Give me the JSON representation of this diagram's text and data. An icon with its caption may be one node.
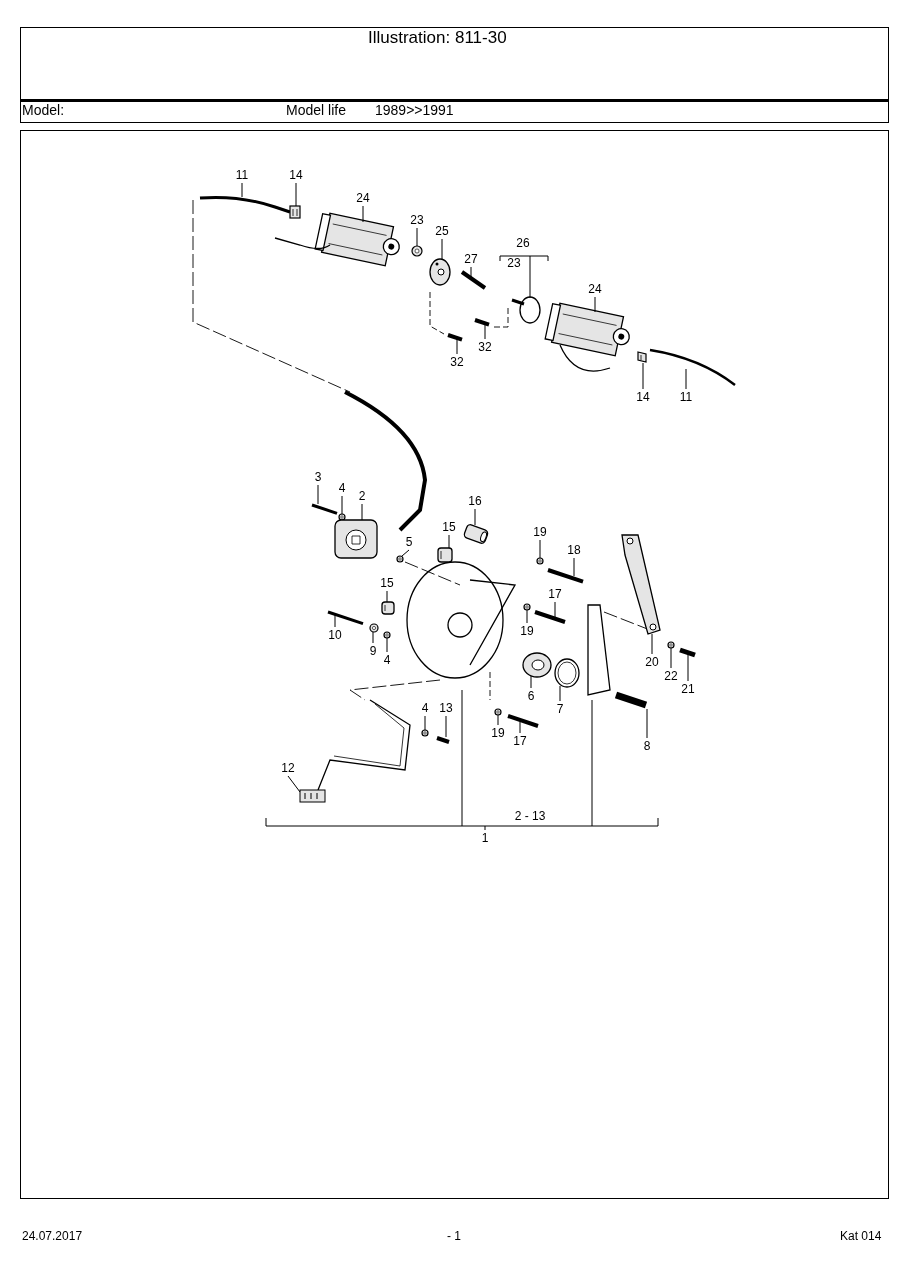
{
  "diagram": {
    "title": "Illustration: 811-30",
    "nodes": [
      {
        "text": [
          "11"
        ]
      },
      {
        "text": [
          "14"
        ]
      },
      {
        "text": [
          "24"
        ]
      },
      {
        "text": [
          "23"
        ]
      },
      {
        "text": [
          "25"
        ]
      },
      {
        "text": [
          "27"
        ]
      },
      {
        "text": [
          "32"
        ]
      },
      {
        "text": [
          "32"
        ]
      },
      {
        "text": [
          "24"
        ]
      },
      {
        "text": [
          "14"
        ]
      },
      {
        "text": [
          "11"
        ]
      },
      {
        "text": [
          "3"
        ]
      },
      {
        "text": [
          "4"
        ]
      },
      {
        "text": [
          "2"
        ]
      },
      {
        "text": [
          "16"
        ]
      },
      {
        "text": [
          "15"
        ]
      },
      {
        "text": [
          "19"
        ]
      },
      {
        "text": [
          "5"
        ]
      },
      {
        "text": [
          "18"
        ]
      },
      {
        "text": [
          "15"
        ]
      },
      {
        "text": [
          "17"
        ]
      },
      {
        "text": [
          "10"
        ]
      },
      {
        "text": [
          "9"
        ]
      },
      {
        "text": [
          "4"
        ]
      },
      {
        "text": [
          "19"
        ]
      },
      {
        "text": [
          "20"
        ]
      },
      {
        "text": [
          "22"
        ]
      },
      {
        "text": [
          "21"
        ]
      },
      {
        "text": [
          "6"
        ]
      },
      {
        "text": [
          "7"
        ]
      },
      {
        "text": [
          "4"
        ]
      },
      {
        "text": [
          "13"
        ]
      },
      {
        "text": [
          "19"
        ]
      },
      {
        "text": [
          "17"
        ]
      },
      {
        "text": [
          "8"
        ]
      },
      {
        "text": [
          "12"
        ]
      },
      {
        "text": [],
        "shape": "picture"
      },
      {
        "text": [],
        "shape": "picture"
      },
      {
        "text": [],
        "shape": "picture"
      },
      {
        "text": [],
        "shape": "picture"
      },
      {
        "text": [],
        "shape": "picture"
      },
      {
        "text": [],
        "shape": "picture"
      },
      {
        "text": [],
        "shape": "picture"
      },
      {
        "text": [],
        "shape": "picture"
      },
      {
        "text": [],
        "shape": "picture"
      },
      {
        "text": [],
        "shape": "picture"
      },
      {
        "text": [],
        "shape": "picture"
      },
      {
        "text": [],
        "shape": "picture"
      },
      {
        "text": [],
        "shape": "picture"
      },
      {
        "text": [],
        "shape": "picture"
      },
      {
        "text": [],
        "shape": "picture"
      },
      {
        "text": [],
        "shape": "picture"
      },
      {
        "text": [],
        "shape": "picture"
      },
      {
        "text": [],
        "shape": "picture"
      },
      {
        "text": [],
        "shape": "picture"
      },
      {
        "text": [],
        "shape": "picture"
      },
      {
        "text": [],
        "shape": "picture"
      },
      {
        "text": [],
        "shape": "picture"
      },
      {
        "text": [],
        "shape": "picture"
      },
      {
        "text": [],
        "shape": "picture"
      },
      {
        "text": [],
        "shape": "picture"
      },
      {
        "text": [],
        "shape": "picture"
      },
      {
        "text": [],
        "shape": "picture"
      },
      {
        "text": [],
        "shape": "picture"
      },
      {
        "text": [],
        "shape": "picture"
      },
      {
        "text": [],
        "shape": "picture"
      },
      {
        "text": [],
        "shape": "picture"
      },
      {
        "text": [],
        "shape": "picture"
      },
      {
        "text": [],
        "shape": "picture"
      },
      {
        "text": [],
        "shape": "picture"
      },
      {
        "text": [],
        "shape": "picture"
      },
      {
        "text": [],
        "shape": "picture"
      }
    ],
    "edges": [
      {
        "from": 0,
        "to": 36,
        "arrow": "none"
      },
      {
        "from": 1,
        "to": 37,
        "arrow": "none"
      },
      {
        "from": 2,
        "to": 38,
        "arrow": "none"
      },
      {
        "from": 3,
        "to": 39,
        "arrow": "none"
      },
      {
        "from": 4,
        "to": 40,
        "arrow": "none"
      },
      {
        "from": 5,
        "to": 41,
        "arrow": "none"
      },
      {
        "from": 6,
        "to": 42,
        "arrow": "none"
      },
      {
        "from": 7,
        "to": 43,
        "arrow": "none"
      },
      {
        "from": 8,
        "to": 44,
        "arrow": "none"
      },
      {
        "from": 9,
        "to": 45,
        "arrow": "none"
      },
      {
        "from": 10,
        "to": 46,
        "arrow": "none"
      },
      {
        "from": 11,
        "to": 47,
        "arrow": "none"
      },
      {
        "from": 12,
        "to": 48,
        "arrow": "none"
      },
      {
        "from": 13,
        "to": 49,
        "arrow": "none"
      },
      {
        "from": 14,
        "to": 50,
        "arrow": "none"
      },
      {
        "from": 15,
        "to": 51,
        "arrow": "none"
      },
      {
        "from": 16,
        "to": 52,
        "arrow": "none"
      },
      {
        "from": 17,
        "to": 53,
        "arrow": "none"
      },
      {
        "from": 18,
        "to": 54,
        "arrow": "none"
      },
      {
        "from": 19,
        "to": 55,
        "arrow": "none"
      },
      {
        "from": 20,
        "to": 56,
        "arrow": "none"
      },
      {
        "from": 21,
        "to": 57,
        "arrow": "none"
      },
      {
        "from": 22,
        "to": 58,
        "arrow": "none"
      },
      {
        "from": 23,
        "to": 59,
        "arrow": "none"
      },
      {
        "from": 24,
        "to": 60,
        "arrow": "none"
      },
      {
        "from": 25,
        "to": 61,
        "arrow": "none"
      },
      {
        "from": 26,
        "to": 62,
        "arrow": "none"
      },
      {
        "from": 27,
        "to": 63,
        "arrow": "none"
      },
      {
        "from": 28,
        "to": 64,
        "arrow": "none"
      },
      {
        "from": 29,
        "to": 65,
        "arrow": "none"
      },
      {
        "from": 30,
        "to": 66,
        "arrow": "none"
      },
      {
        "from": 31,
        "to": 67,
        "arrow": "none"
      },
      {
        "from": 32,
        "to": 68,
        "arrow": "none"
      },
      {
        "from": 33,
        "to": 69,
        "arrow": "none"
      },
      {
        "from": 34,
        "to": 70,
        "arrow": "none"
      },
      {
        "from": 35,
        "to": 71,
        "arrow": "none"
      }
    ],
    "labels": [
      "Model:",
      "Model life",
      "1989>>1991",
      "26",
      "23",
      "2 - 13",
      "1",
      "24.07.2017",
      "- 1",
      "Kat 014"
    ]
  }
}
